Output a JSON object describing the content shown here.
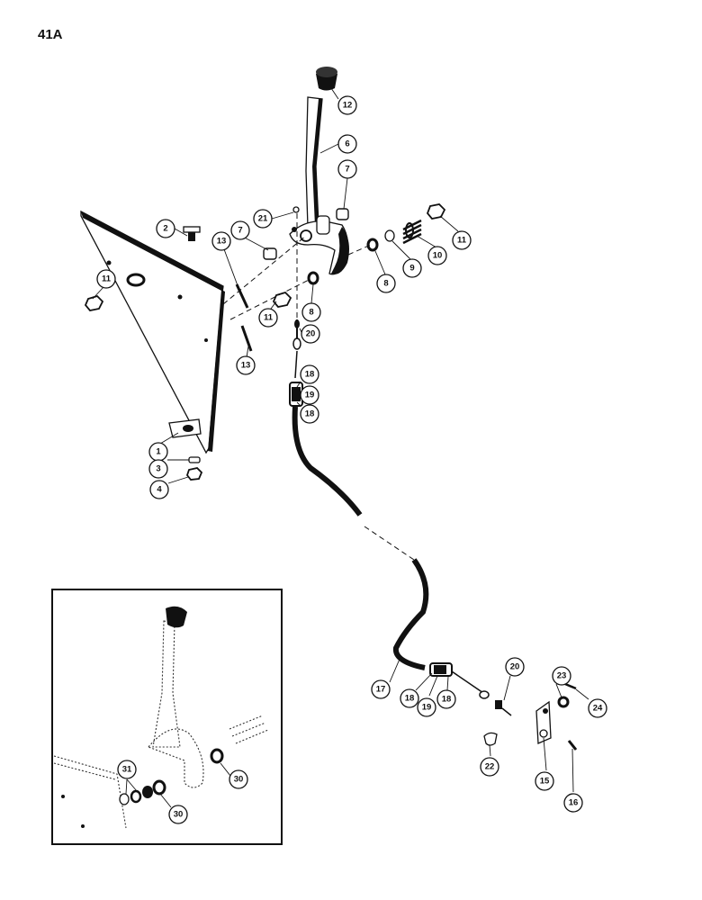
{
  "page_label": "41A",
  "callouts": [
    "1",
    "2",
    "3",
    "4",
    "6",
    "7",
    "7",
    "8",
    "8",
    "9",
    "10",
    "11",
    "11",
    "11",
    "12",
    "13",
    "13",
    "15",
    "16",
    "17",
    "18",
    "18",
    "18",
    "18",
    "19",
    "19",
    "20",
    "20",
    "21",
    "22",
    "23",
    "24",
    "30",
    "30",
    "31"
  ]
}
